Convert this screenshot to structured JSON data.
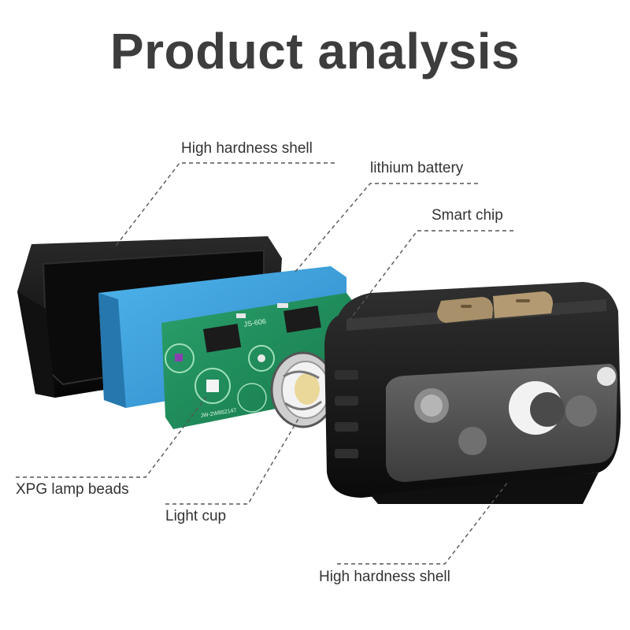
{
  "title": "Product analysis",
  "labels": {
    "shell_top": "High hardness shell",
    "battery": "lithium battery",
    "chip": "Smart chip",
    "lamp_beads": "XPG lamp beads",
    "light_cup": "Light cup",
    "shell_bottom": "High hardness shell"
  },
  "pcb_markings": {
    "model": "JS-606",
    "serial": "JW-2W882147"
  },
  "colors": {
    "title": "#3d3d3d",
    "label": "#333333",
    "leader_line": "#555555",
    "shell": "#141414",
    "battery": "#3aa0dc",
    "pcb": "#1f8a5a",
    "button": "#a8906a"
  }
}
